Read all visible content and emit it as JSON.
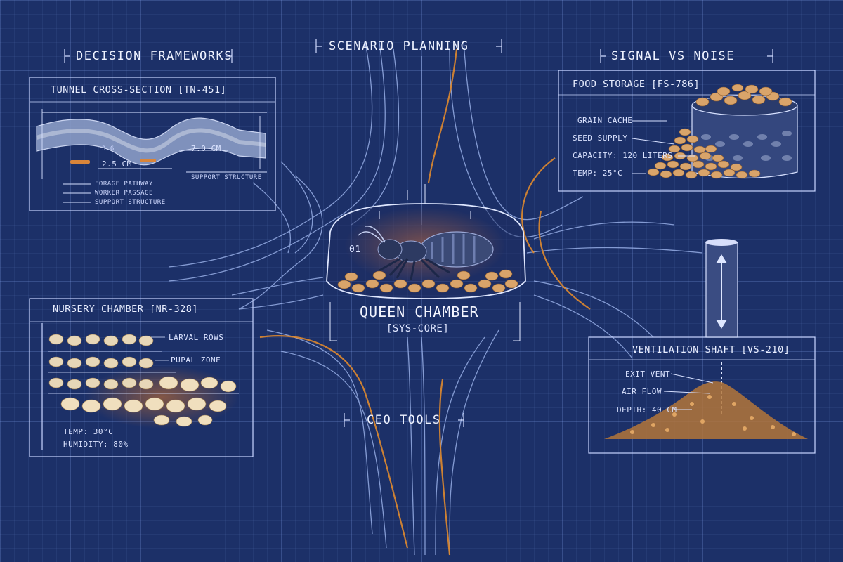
{
  "titles": {
    "decision_frameworks": "DECISION FRAMEWORKS",
    "scenario_planning": "SCENARIO PLANNING",
    "signal_vs_noise": "SIGNAL VS NOISE",
    "ceo_tools": "CEO TOOLS"
  },
  "tunnel": {
    "title": "TUNNEL CROSS-SECTION [TN-451]",
    "dim_top": "3.6",
    "dim_left": "2.5 CM",
    "dim_right": "7.0 CM",
    "support_label": "SUPPORT STRUCTURE",
    "legend": [
      "FORAGE PATHWAY",
      "WORKER PASSAGE",
      "SUPPORT STRUCTURE"
    ]
  },
  "food": {
    "title": "FOOD STORAGE [FS-786]",
    "labels": [
      "GRAIN CACHE",
      "SEED SUPPLY",
      "CAPACITY: 120 LITERS",
      "TEMP: 25°C"
    ]
  },
  "nursery": {
    "title": "NURSERY CHAMBER [NR-328]",
    "labels": [
      "LARVAL ROWS",
      "PUPAL ZONE"
    ],
    "stats": [
      "TEMP: 30°C",
      "HUMIDITY: 80%"
    ]
  },
  "ventilation": {
    "title": "VENTILATION SHAFT [VS-210]",
    "labels": [
      "EXIT VENT",
      "AIR FLOW",
      "DEPTH: 40 CM"
    ]
  },
  "queen": {
    "marker": "01",
    "title": "QUEEN CHAMBER",
    "subtitle": "[SYS-CORE]"
  },
  "colors": {
    "background": "#1c3068",
    "line": "#9fb6ee",
    "accent_orange": "#e08a2e",
    "grain": "#d9a46a"
  }
}
